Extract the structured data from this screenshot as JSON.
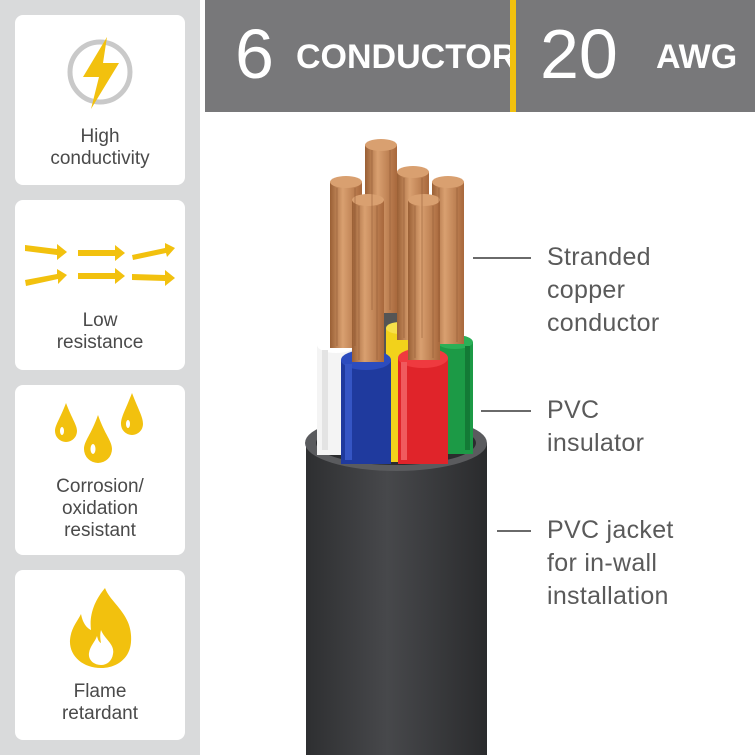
{
  "header": {
    "conductor_count": "6",
    "conductor_label": "CONDUCTOR",
    "gauge_value": "20",
    "gauge_unit": "AWG"
  },
  "features": [
    {
      "icon": "lightning-icon",
      "line1": "High",
      "line2": "conductivity",
      "line3": ""
    },
    {
      "icon": "arrows-icon",
      "line1": "Low",
      "line2": "resistance",
      "line3": ""
    },
    {
      "icon": "droplets-icon",
      "line1": "Corrosion/",
      "line2": "oxidation",
      "line3": "resistant"
    },
    {
      "icon": "flame-icon",
      "line1": "Flame",
      "line2": "retardant",
      "line3": ""
    }
  ],
  "callouts": [
    {
      "line1": "Stranded",
      "line2": "copper",
      "line3": "conductor"
    },
    {
      "line1": "PVC",
      "line2": "insulator",
      "line3": ""
    },
    {
      "line1": "PVC jacket",
      "line2": "for in-wall",
      "line3": "installation"
    }
  ],
  "colors": {
    "accent": "#f2c10e",
    "header_bg": "#78787a",
    "sidebar_bg": "#d9dadb",
    "jacket": "#3a3b3d",
    "copper": "#c9875a",
    "wire_colors": [
      "#ffffff",
      "#1f3a9e",
      "#f2d21b",
      "#e0242a",
      "#1c9a46",
      "#555555"
    ]
  }
}
